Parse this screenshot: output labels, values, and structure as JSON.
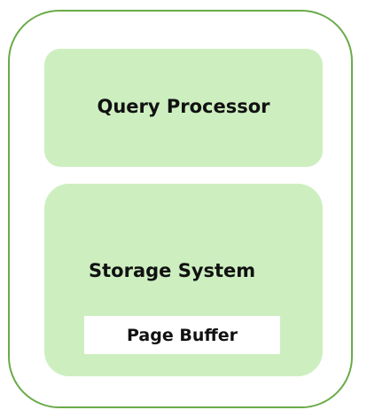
{
  "diagram": {
    "query_processor": "Query Processor",
    "storage_system": "Storage System",
    "page_buffer": "Page Buffer"
  },
  "colors": {
    "outline": "#6aab48",
    "module_fill": "#cdefc0",
    "buffer_fill": "#ffffff"
  }
}
